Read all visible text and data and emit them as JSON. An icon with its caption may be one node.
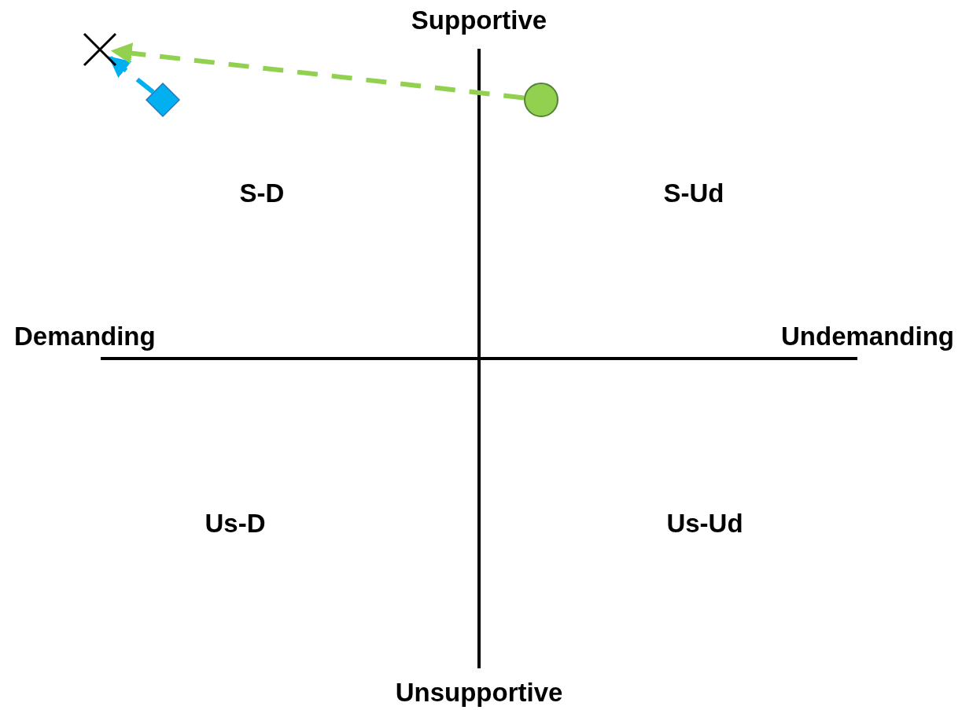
{
  "diagram": {
    "nodes": [
      {
        "text": [],
        "shape": "cross"
      },
      {
        "text": [],
        "shape": "diamond"
      },
      {
        "text": [],
        "shape": "circle"
      }
    ],
    "edges": [
      {
        "from": 1,
        "to": 0,
        "arrow": "to",
        "style": "dashed",
        "color": "#00b0f0"
      },
      {
        "from": 2,
        "to": 0,
        "arrow": "to",
        "style": "dashed",
        "color": "#92d050"
      }
    ],
    "labels": [
      "Supportive",
      "Demanding",
      "Undemanding",
      "S-D",
      "S-Ud",
      "Us-D",
      "Us-Ud",
      "Unsupportive"
    ]
  }
}
